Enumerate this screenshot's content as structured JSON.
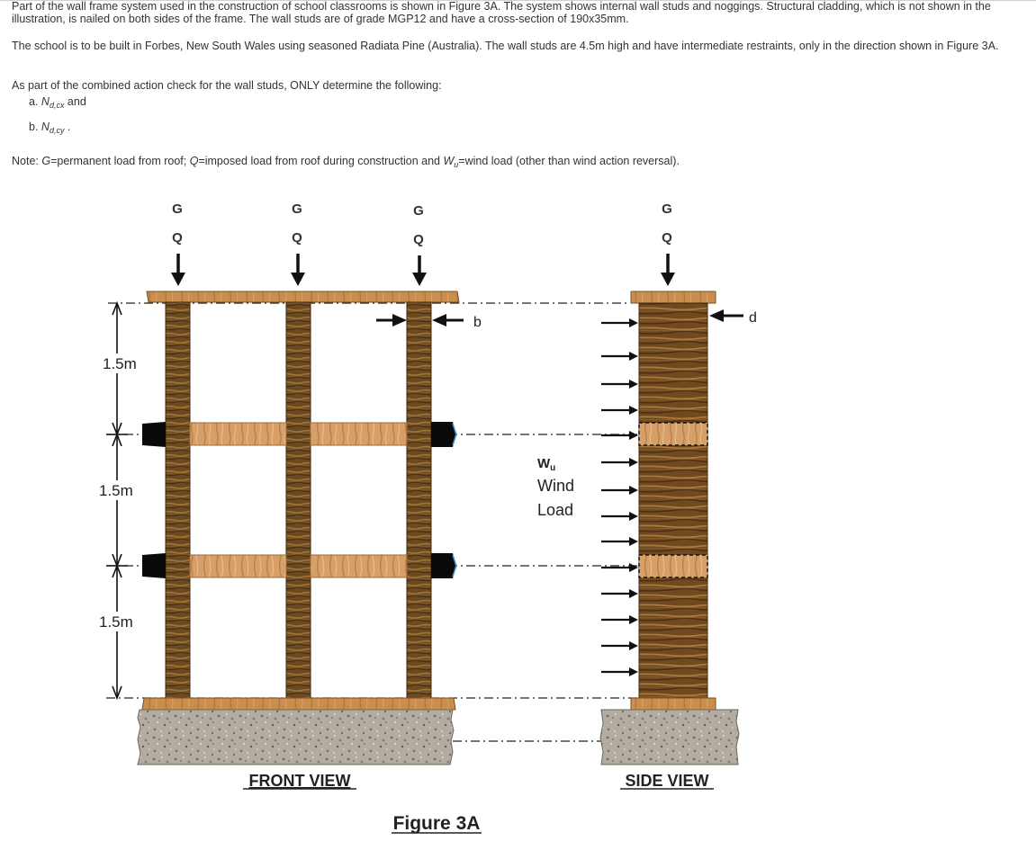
{
  "question": {
    "para1": "Part of the wall frame system used in the construction of school classrooms is shown in Figure 3A. The system shows internal wall studs and noggings. Structural cladding, which is not shown in the illustration, is nailed on both sides of the frame. The wall studs are of grade MGP12 and have a cross-section of 190x35mm.",
    "para2": "The school is to be built in Forbes, New South Wales using seasoned Radiata Pine (Australia). The wall studs are 4.5m high and have intermediate restraints, only in the direction shown in Figure 3A.",
    "para3": "As part of the combined action check for the wall studs, ONLY determine the following:",
    "item_a_prefix": "a. ",
    "item_a_symbol": "N",
    "item_a_sub": "d,cx",
    "item_a_suffix": " and",
    "item_b_prefix": "b. ",
    "item_b_symbol": "N",
    "item_b_sub": "d,cy",
    "item_b_suffix": " .",
    "note_prefix": "Note: ",
    "note_G": "G",
    "note_mid1": "=permanent load from roof; ",
    "note_Q": "Q",
    "note_mid2": "=imposed load from roof during construction and ",
    "note_W": "W",
    "note_Wsub": "u",
    "note_end": "=wind load (other than wind action reversal)."
  },
  "figure": {
    "load_G": "G",
    "load_Q": "Q",
    "dim_label": "1.5m",
    "restraint_b": "b",
    "restraint_d": "d",
    "wind_symbol": "W",
    "wind_symbol_sub": "u",
    "wind_word1": "Wind",
    "wind_word2": "Load",
    "front_view": "FRONT VIEW",
    "side_view": "SIDE VIEW",
    "caption": "Figure 3A",
    "colors": {
      "stud_dark": "#6b4a22",
      "stud_light": "#9a6f3a",
      "plate": "#c98d4e",
      "nogging": "#d9a066",
      "block": "#0a0a0a",
      "concrete": "#b3aca2"
    }
  }
}
